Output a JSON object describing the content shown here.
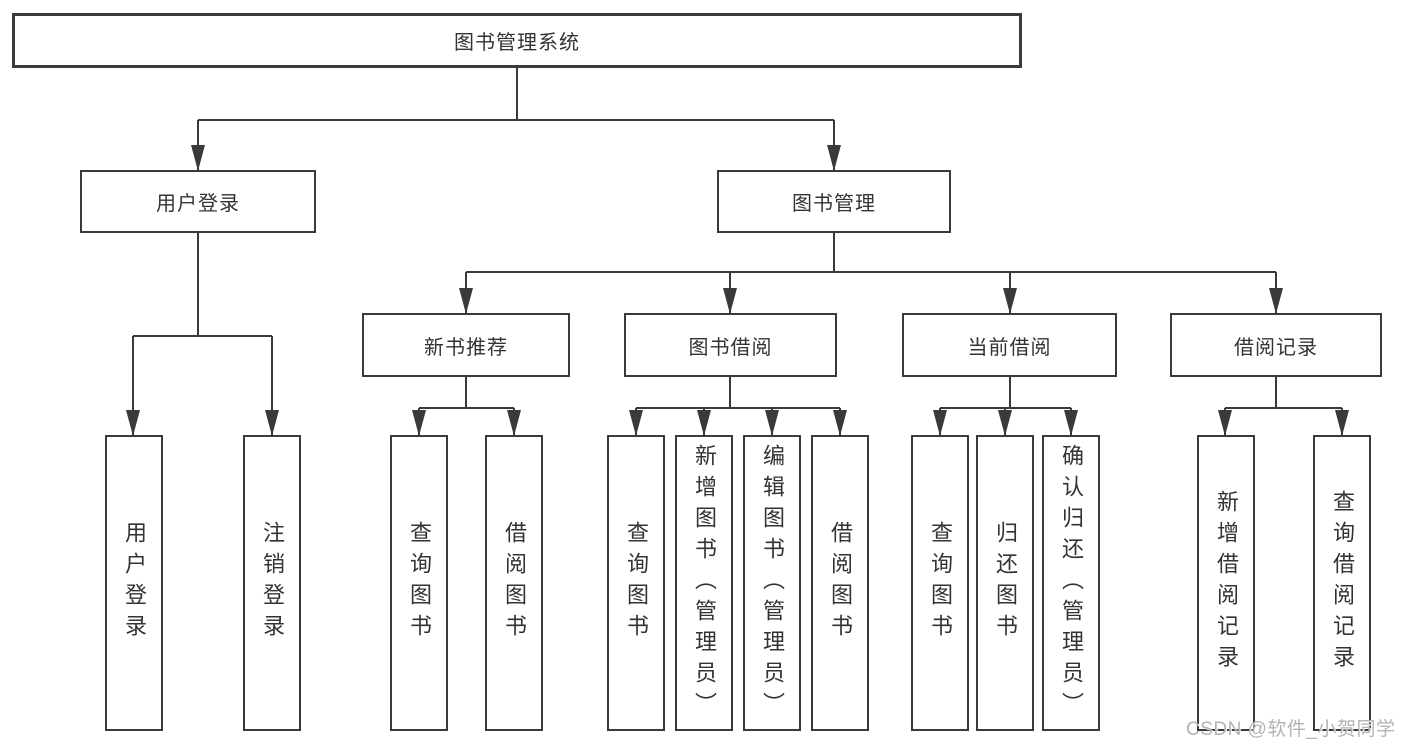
{
  "root": {
    "label": "图书管理系统"
  },
  "branches": {
    "user_login": {
      "label": "用户登录",
      "children": [
        "用户登录",
        "注销登录"
      ]
    },
    "book_mgmt": {
      "label": "图书管理"
    },
    "new_book_rec": {
      "label": "新书推荐",
      "children": [
        "查询图书",
        "借阅图书"
      ]
    },
    "book_borrow": {
      "label": "图书借阅",
      "children": [
        "查询图书",
        "新增图书（管理员）",
        "编辑图书（管理员）",
        "借阅图书"
      ]
    },
    "current_borrow": {
      "label": "当前借阅",
      "children": [
        "查询图书",
        "归还图书",
        "确认归还（管理员）"
      ]
    },
    "borrow_record": {
      "label": "借阅记录",
      "children": [
        "新增借阅记录",
        "查询借阅记录"
      ]
    }
  },
  "watermark": {
    "text": "CSDN @软件_小贺同学"
  },
  "colors": {
    "line": "#3a3a3a",
    "border": "#3a3a3a",
    "text": "#333333",
    "watermark": "#b3b3b3",
    "background": "#ffffff"
  }
}
